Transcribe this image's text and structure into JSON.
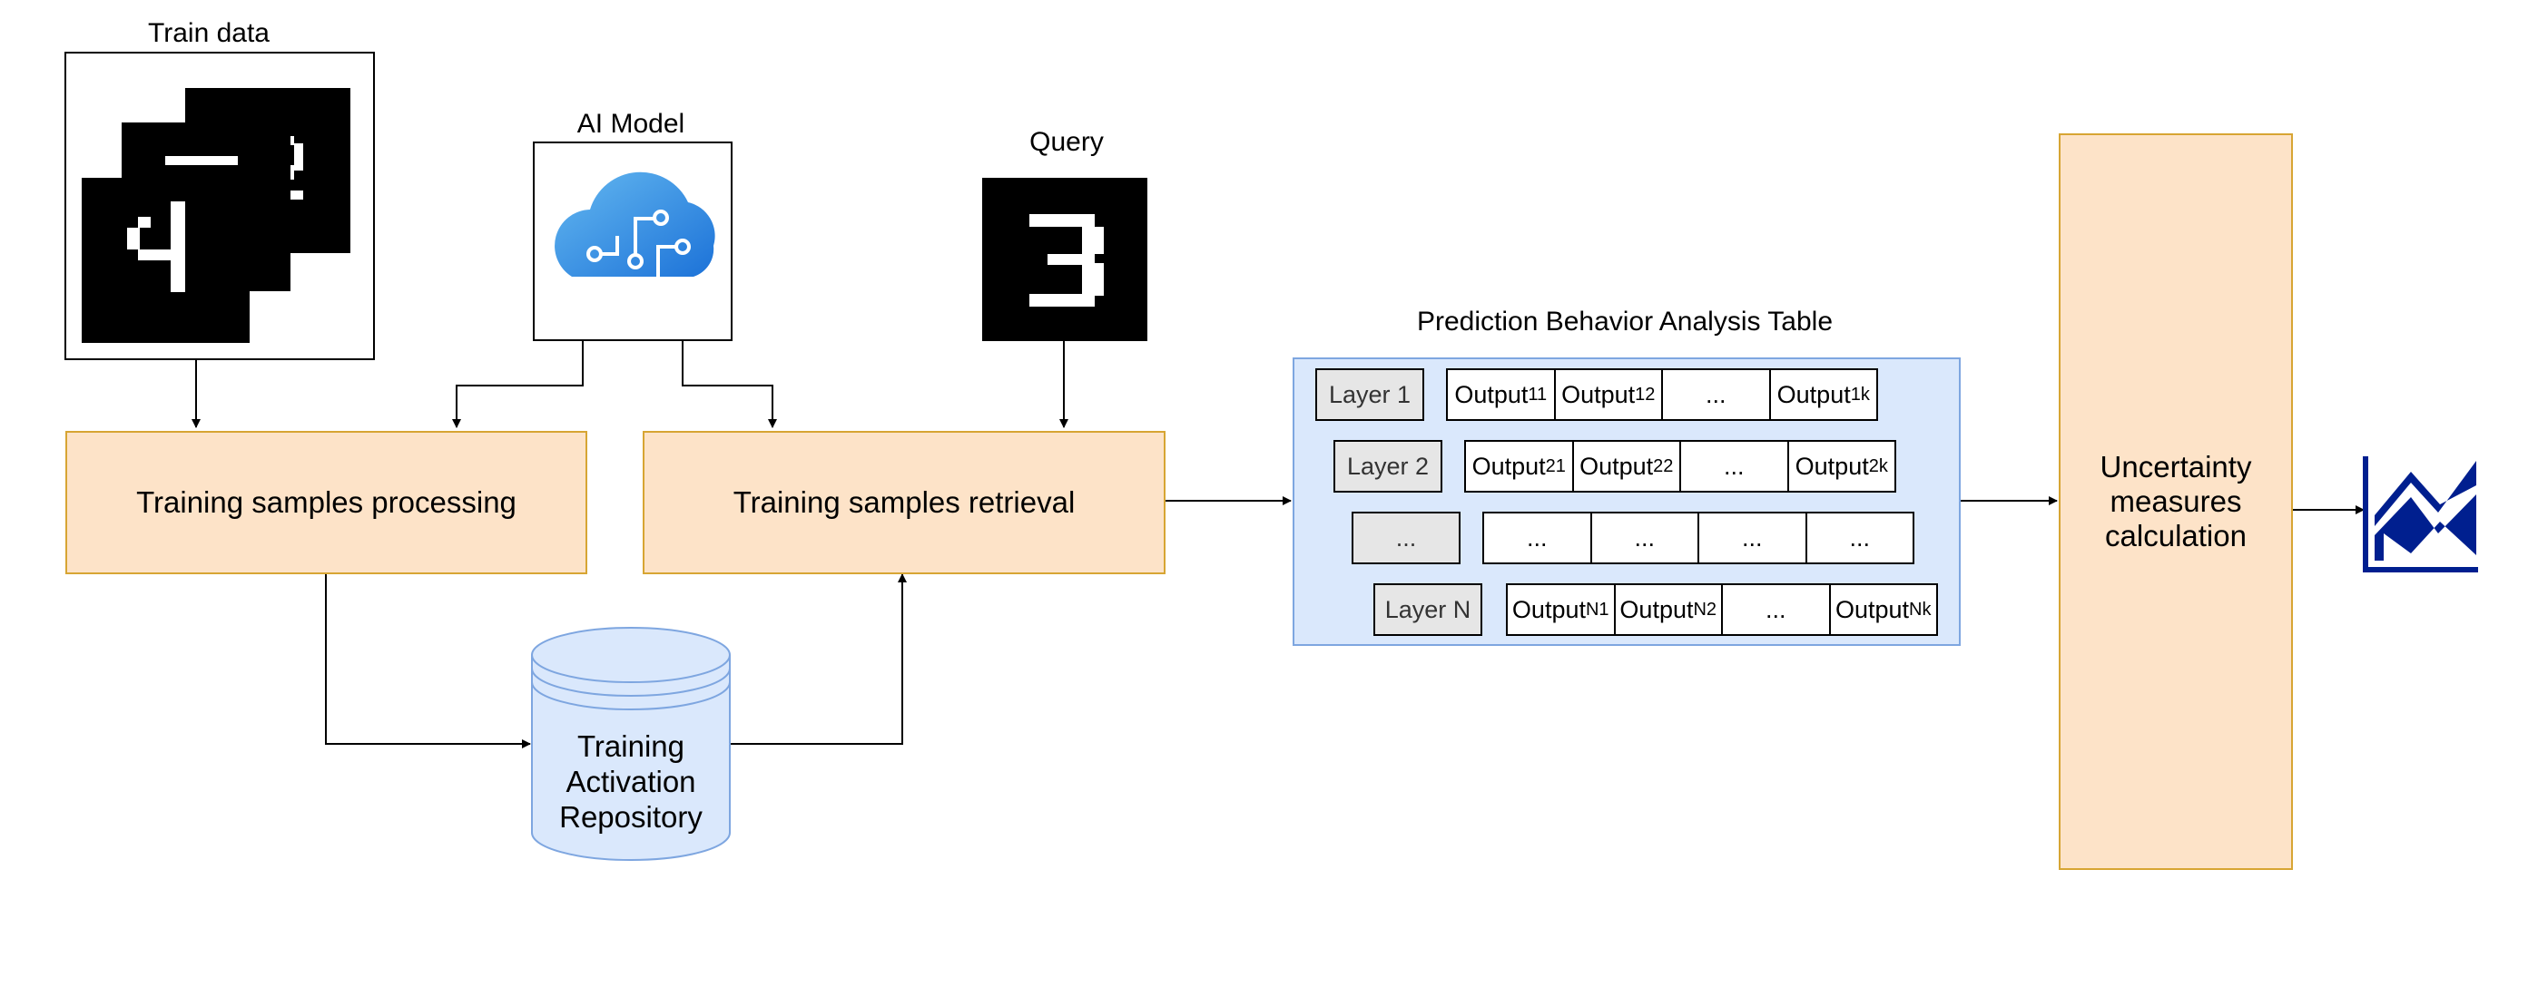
{
  "inputs": {
    "train_data_label": "Train data",
    "ai_model_label": "AI Model",
    "query_label": "Query"
  },
  "process": {
    "training_processing": "Training samples processing",
    "training_retrieval": "Training samples retrieval"
  },
  "repository": {
    "line1": "Training",
    "line2": "Activation",
    "line3": "Repository"
  },
  "table": {
    "title": "Prediction Behavior Analysis Table",
    "rows": [
      {
        "layer": "Layer 1",
        "cells": [
          {
            "base": "Output",
            "sub": "11"
          },
          {
            "base": "Output",
            "sub": "12"
          },
          {
            "base": "...",
            "sub": ""
          },
          {
            "base": "Output",
            "sub": "1k"
          }
        ]
      },
      {
        "layer": "Layer 2",
        "cells": [
          {
            "base": "Output",
            "sub": "21"
          },
          {
            "base": "Output",
            "sub": "22"
          },
          {
            "base": "...",
            "sub": ""
          },
          {
            "base": "Output",
            "sub": "2k"
          }
        ]
      },
      {
        "layer": "...",
        "cells": [
          {
            "base": "...",
            "sub": ""
          },
          {
            "base": "...",
            "sub": ""
          },
          {
            "base": "...",
            "sub": ""
          },
          {
            "base": "...",
            "sub": ""
          }
        ]
      },
      {
        "layer": "Layer N",
        "cells": [
          {
            "base": "Output",
            "sub": "N1"
          },
          {
            "base": "Output",
            "sub": "N2"
          },
          {
            "base": "...",
            "sub": ""
          },
          {
            "base": "Output",
            "sub": "Nk"
          }
        ]
      }
    ]
  },
  "uncertainty": {
    "label": "Uncertainty\nmeasures\ncalculation"
  },
  "icons": {
    "digit_images": [
      "digit-2-image",
      "digit-3-image",
      "digit-4-image",
      "query-digit-3-image"
    ],
    "model_icon": "ai-cloud-icon",
    "output_icon": "area-chart-icon"
  },
  "colors": {
    "process_fill": "#fde3c8",
    "process_border": "#d7a533",
    "table_fill": "#dae8fc",
    "table_border": "#7ea6e0",
    "chart_icon": "#001f8f"
  }
}
